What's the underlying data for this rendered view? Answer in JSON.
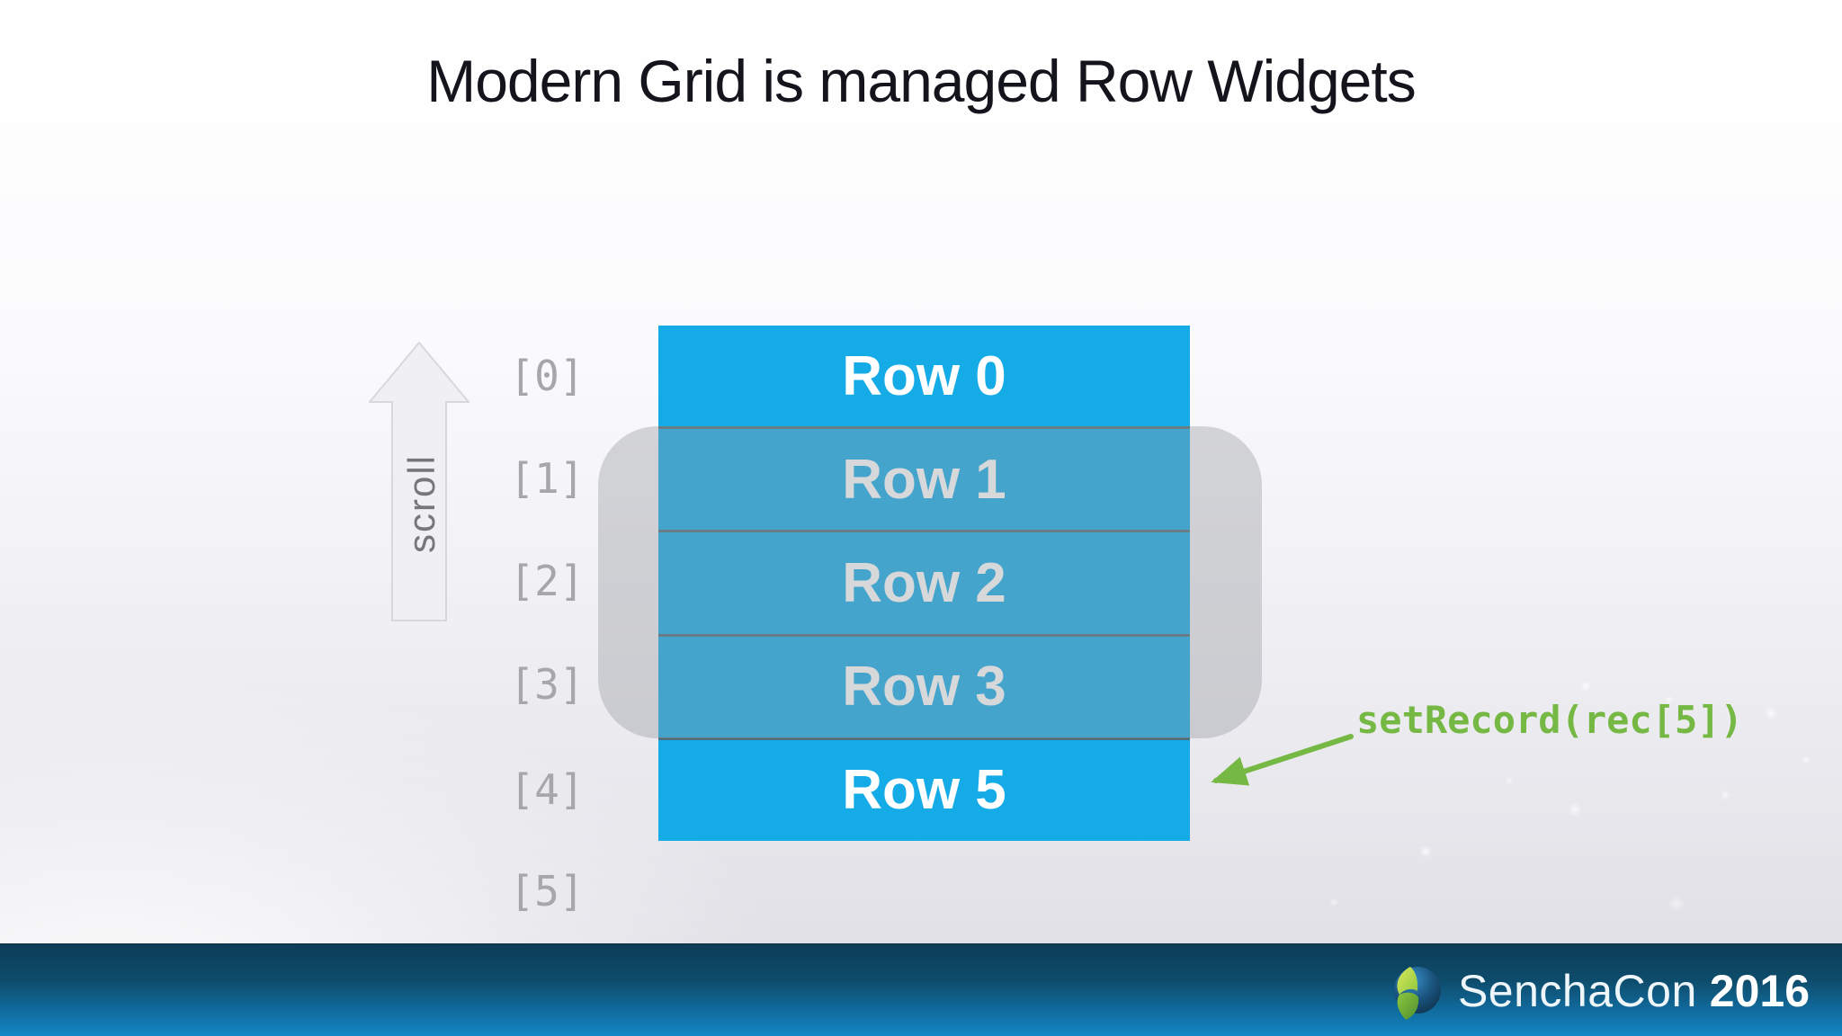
{
  "title": "Modern Grid is managed Row Widgets",
  "scroll_arrow": {
    "label": "scroll"
  },
  "store_indices": [
    "[0]",
    "[1]",
    "[2]",
    "[3]",
    "[4]",
    "[5]"
  ],
  "grid": {
    "rows": [
      {
        "label": "Row 0"
      },
      {
        "label": "Row 1"
      },
      {
        "label": "Row 2"
      },
      {
        "label": "Row 3"
      },
      {
        "label": "Row 5"
      }
    ]
  },
  "annotation": {
    "code": "setRecord(rec[5])"
  },
  "footer": {
    "brand": "SenchaCon",
    "year": "2016"
  },
  "colors": {
    "row_blue": "#14abe7",
    "row_separator": "#4e6b7a",
    "viewport_overlay_gray": "rgba(150,152,158,0.38)",
    "accent_green": "#76b844",
    "index_gray": "#a6a6ab",
    "title_text": "#14141c",
    "footer_gradient_top": "#0c3e58",
    "footer_gradient_bottom": "#1386c6"
  }
}
